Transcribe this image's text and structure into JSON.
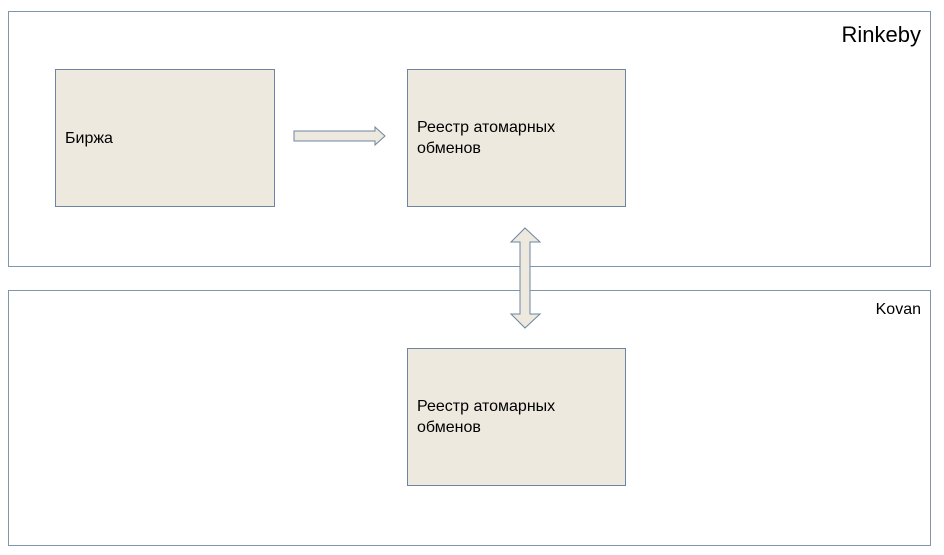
{
  "networks": {
    "rinkeby": {
      "label": "Rinkeby"
    },
    "kovan": {
      "label": "Kovan"
    }
  },
  "nodes": {
    "exchange": {
      "label": "Биржа"
    },
    "registry_rinkeby": {
      "label": "Реестр атомарных обменов"
    },
    "registry_kovan": {
      "label": "Реестр атомарных обменов"
    }
  },
  "colors": {
    "node_fill": "#ede9df",
    "node_border": "#6d85a0",
    "network_border": "#8096ad",
    "arrow_fill": "#ede9df",
    "arrow_stroke": "#6d85a0"
  }
}
